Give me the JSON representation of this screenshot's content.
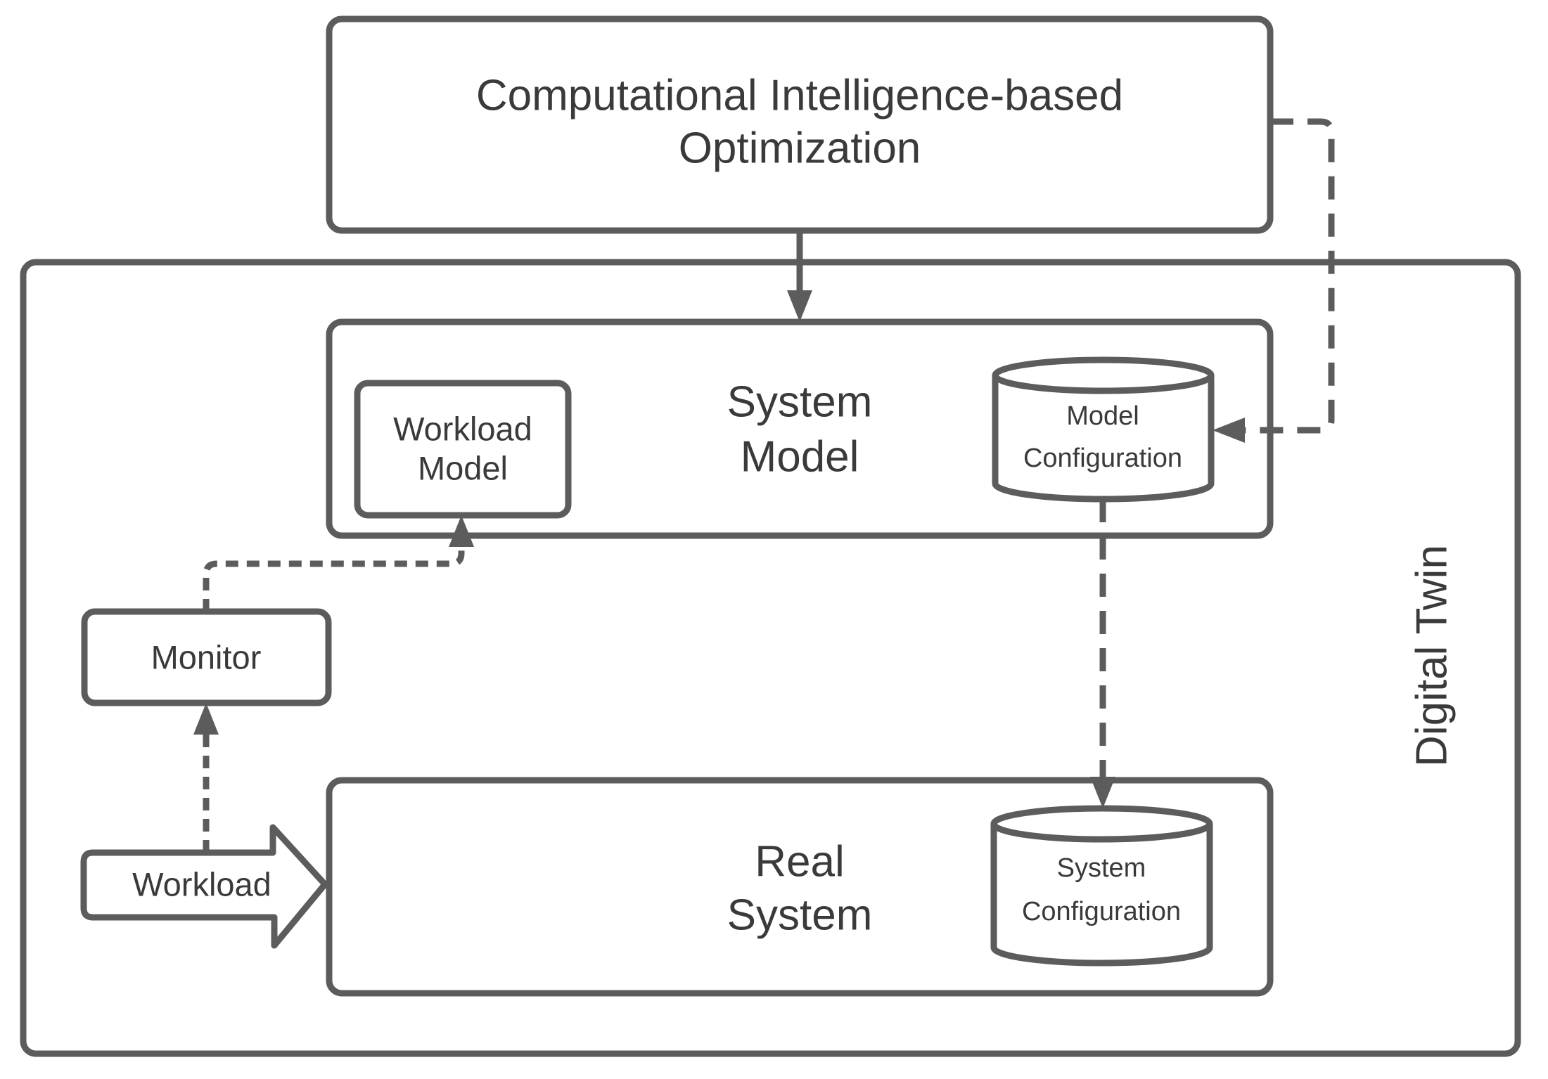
{
  "colors": {
    "stroke": "#5c5c5c",
    "text": "#3a3a3a",
    "background": "#ffffff"
  },
  "nodes": {
    "optimization": {
      "line1": "Computational Intelligence-based",
      "line2": "Optimization"
    },
    "digital_twin": {
      "label": "Digital Twin"
    },
    "system_model": {
      "line1": "System",
      "line2": "Model"
    },
    "workload_model": {
      "line1": "Workload",
      "line2": "Model"
    },
    "model_configuration": {
      "line1": "Model",
      "line2": "Configuration"
    },
    "real_system": {
      "line1": "Real",
      "line2": "System"
    },
    "system_configuration": {
      "line1": "System",
      "line2": "Configuration"
    },
    "monitor": {
      "label": "Monitor"
    },
    "workload": {
      "label": "Workload"
    }
  },
  "edges": [
    {
      "from": "optimization",
      "to": "system_model",
      "style": "solid-arrow"
    },
    {
      "from": "optimization",
      "to": "model_configuration",
      "style": "long-dash-arrow"
    },
    {
      "from": "model_configuration",
      "to": "system_configuration",
      "style": "long-dash-arrow"
    },
    {
      "from": "monitor",
      "to": "workload_model",
      "style": "dotted-arrow"
    },
    {
      "from": "workload",
      "to": "monitor",
      "style": "dotted-arrow"
    },
    {
      "from": "workload",
      "to": "real_system",
      "style": "block-arrow-shape"
    }
  ]
}
